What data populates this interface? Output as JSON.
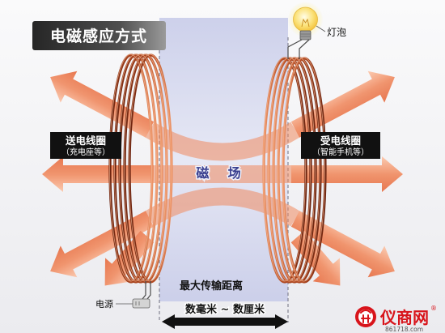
{
  "title": "电磁感应方式",
  "bulb": {
    "label": "灯泡"
  },
  "magnetic_field": {
    "label": "磁  场"
  },
  "transmit_coil": {
    "title": "送电线圈",
    "example": "（充电座等）"
  },
  "receive_coil": {
    "title": "受电线圈",
    "example": "（智能手机等）"
  },
  "max_distance": {
    "label": "最大传输距离",
    "range": "数毫米 ~ 数厘米"
  },
  "power_source": {
    "label": "电源"
  },
  "watermark": {
    "brand": "仪商网",
    "registered_mark": "®",
    "url": "861718.com"
  },
  "icons": {
    "bulb": "light-bulb-icon",
    "plug": "power-plug-icon",
    "logo": "brand-logo-icon"
  },
  "colors": {
    "field_arrows": "#f08a5f",
    "coil_copper": "#b24a22",
    "gap_band": "#c8cce9",
    "title_box": "#262626",
    "label_box": "#111111",
    "field_text": "#3a3f8f",
    "watermark_red": "#d8141b",
    "bulb_glow": "#f4c43e"
  }
}
